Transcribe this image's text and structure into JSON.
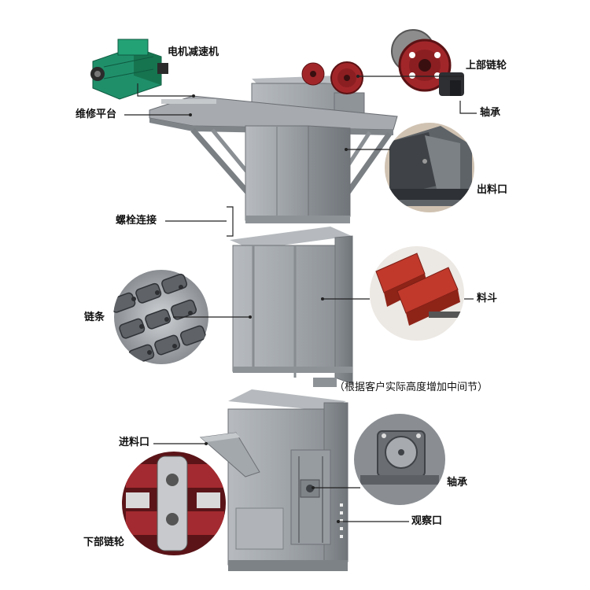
{
  "labels": {
    "motor_reducer": "电机减速机",
    "upper_sprocket": "上部链轮",
    "maintenance_platform": "维修平台",
    "bearing_top": "轴承",
    "discharge_port": "出料口",
    "bolt_connection": "螺栓连接",
    "chain": "链条",
    "hopper": "料斗",
    "middle_section_note": "（根据客户实际高度增加中间节）",
    "feed_inlet": "进料口",
    "bearing_bottom": "轴承",
    "inspection_window": "观察口",
    "lower_sprocket": "下部链轮"
  },
  "colors": {
    "casing": "#9ea3a8",
    "casing_dark": "#7d8287",
    "casing_light": "#c3c7cb",
    "sprocket_red": "#a1262a",
    "motor_green": "#1f8f6a",
    "hopper_red": "#c0392b",
    "leader_line": "#222222"
  }
}
